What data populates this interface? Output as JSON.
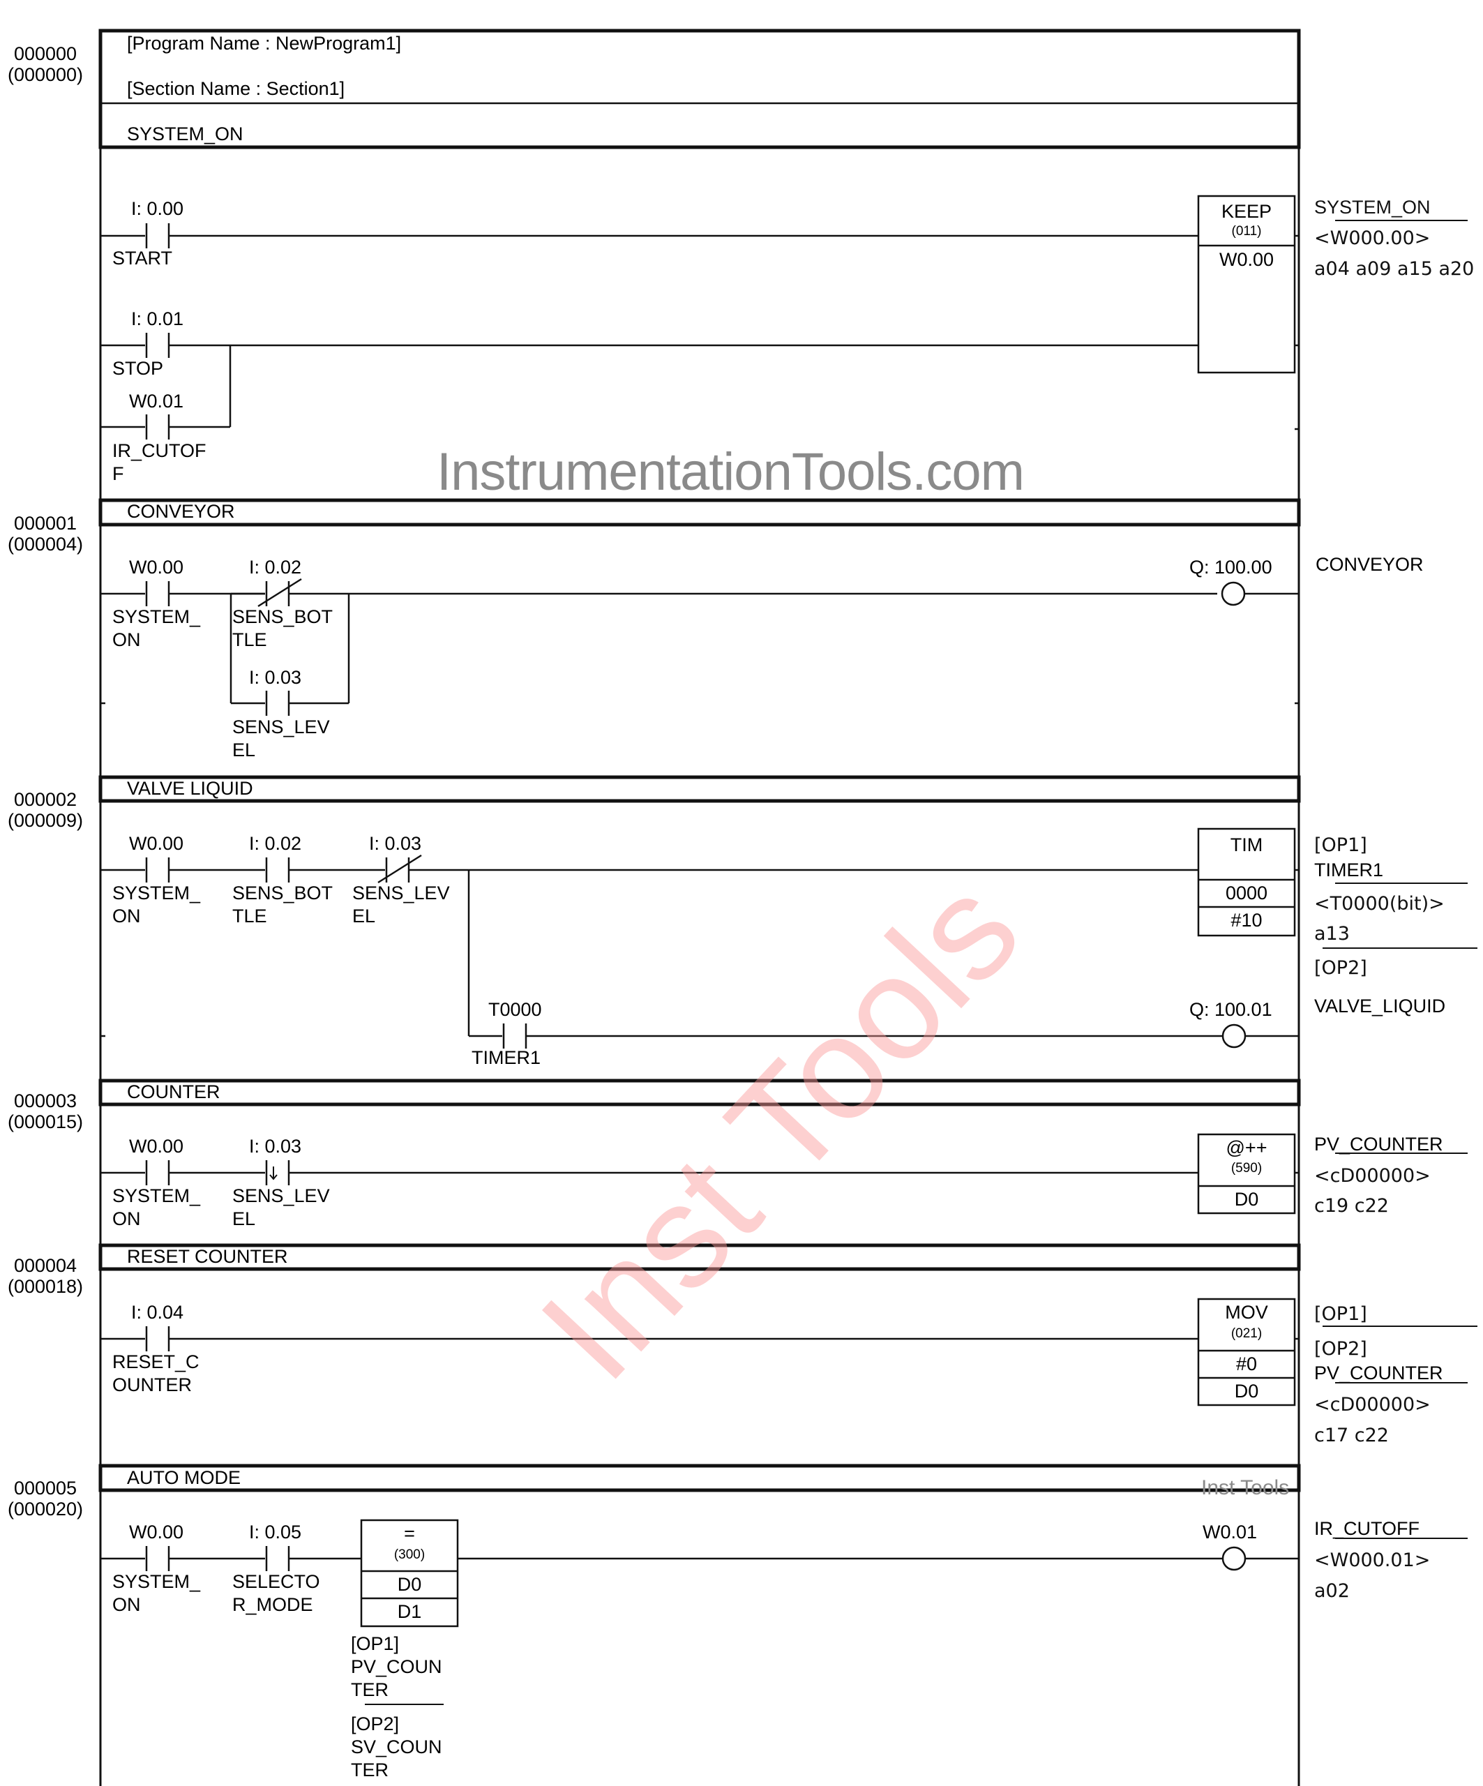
{
  "program": {
    "program_name": "[Program Name : NewProgram1]",
    "section_name": "[Section Name : Section1]"
  },
  "watermarks": {
    "site": "InstrumentationTools.com",
    "diagonal": "Inst Tools",
    "small": "Inst Tools",
    "diagonal_color": "#f9a0a0"
  },
  "rungs": [
    {
      "number": "000000",
      "step": "(000000)",
      "comment": "SYSTEM_ON",
      "contacts": [
        {
          "address": "I: 0.00",
          "name_l1": "START",
          "name_l2": "",
          "type": "NO"
        },
        {
          "address": "I: 0.01",
          "name_l1": "STOP",
          "name_l2": "",
          "type": "NO"
        },
        {
          "address": "W0.01",
          "name_l1": "IR_CUTOF",
          "name_l2": "F",
          "type": "NO"
        }
      ],
      "instruction": {
        "mnemonic": "KEEP",
        "code": "(011)",
        "operands": [
          "W0.00"
        ]
      },
      "annotation": [
        "SYSTEM_ON",
        "<W000.00>",
        "a04 a09 a15 a20"
      ]
    },
    {
      "number": "000001",
      "step": "(000004)",
      "comment": "CONVEYOR",
      "contacts": [
        {
          "address": "W0.00",
          "name_l1": "SYSTEM_",
          "name_l2": "ON",
          "type": "NO"
        },
        {
          "address": "I: 0.02",
          "name_l1": "SENS_BOT",
          "name_l2": "TLE",
          "type": "NC"
        },
        {
          "address": "I: 0.03",
          "name_l1": "SENS_LEV",
          "name_l2": "EL",
          "type": "NO"
        }
      ],
      "coil": {
        "address": "Q: 100.00"
      },
      "annotation": [
        "CONVEYOR"
      ]
    },
    {
      "number": "000002",
      "step": "(000009)",
      "comment": "VALVE LIQUID",
      "contacts": [
        {
          "address": "W0.00",
          "name_l1": "SYSTEM_",
          "name_l2": "ON",
          "type": "NO"
        },
        {
          "address": "I: 0.02",
          "name_l1": "SENS_BOT",
          "name_l2": "TLE",
          "type": "NO"
        },
        {
          "address": "I: 0.03",
          "name_l1": "SENS_LEV",
          "name_l2": "EL",
          "type": "NC"
        },
        {
          "address": "T0000",
          "name_l1": "TIMER1",
          "name_l2": "",
          "type": "NO"
        }
      ],
      "instruction": {
        "mnemonic": "TIM",
        "code": "",
        "operands": [
          "0000",
          "#10"
        ]
      },
      "coil": {
        "address": "Q: 100.01"
      },
      "annotation": [
        "[OP1]",
        "TIMER1",
        "<T0000(bit)>",
        "a13",
        "[OP2]"
      ],
      "coil_annotation": "VALVE_LIQUID"
    },
    {
      "number": "000003",
      "step": "(000015)",
      "comment": "COUNTER",
      "contacts": [
        {
          "address": "W0.00",
          "name_l1": "SYSTEM_",
          "name_l2": "ON",
          "type": "NO"
        },
        {
          "address": "I: 0.03",
          "name_l1": "SENS_LEV",
          "name_l2": "EL",
          "type": "FALLING"
        }
      ],
      "instruction": {
        "mnemonic": "@++",
        "code": "(590)",
        "operands": [
          "D0"
        ]
      },
      "annotation": [
        "PV_COUNTER",
        "<cD00000>",
        "c19 c22"
      ]
    },
    {
      "number": "000004",
      "step": "(000018)",
      "comment": "RESET COUNTER",
      "contacts": [
        {
          "address": "I: 0.04",
          "name_l1": "RESET_C",
          "name_l2": "OUNTER",
          "type": "NO"
        }
      ],
      "instruction": {
        "mnemonic": "MOV",
        "code": "(021)",
        "operands": [
          "#0",
          "D0"
        ]
      },
      "annotation": [
        "[OP1]",
        "[OP2]",
        "PV_COUNTER",
        "<cD00000>",
        "c17 c22"
      ]
    },
    {
      "number": "000005",
      "step": "(000020)",
      "comment": "AUTO MODE",
      "contacts": [
        {
          "address": "W0.00",
          "name_l1": "SYSTEM_",
          "name_l2": "ON",
          "type": "NO"
        },
        {
          "address": "I: 0.05",
          "name_l1": "SELECTO",
          "name_l2": "R_MODE",
          "type": "NO"
        }
      ],
      "compare": {
        "mnemonic": "=",
        "code": "(300)",
        "operands": [
          "D0",
          "D1"
        ],
        "op_notes": [
          "[OP1]",
          "PV_COUN",
          "TER",
          "[OP2]",
          "SV_COUN",
          "TER"
        ]
      },
      "coil": {
        "address": "W0.01"
      },
      "annotation": [
        "IR_CUTOFF",
        "<W000.01>",
        "a02"
      ]
    }
  ]
}
